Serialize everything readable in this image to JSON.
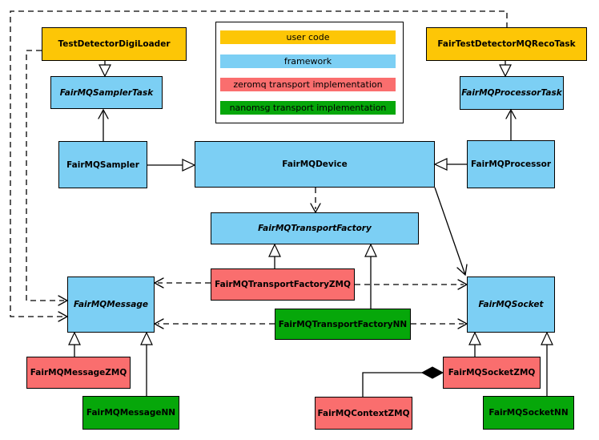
{
  "legend": {
    "items": [
      {
        "label": "user code",
        "color": "#FDC606"
      },
      {
        "label": "framework",
        "color": "#7CCFF4"
      },
      {
        "label": "zeromq transport implementation",
        "color": "#FA6E6E"
      },
      {
        "label": "nanomsg transport implementation",
        "color": "#06A70A"
      }
    ]
  },
  "nodes": {
    "testDetectorDigiLoader": {
      "label": "TestDetectorDigiLoader",
      "category": "user code",
      "abstract": false
    },
    "fairTestDetectorMQRecoTask": {
      "label": "FairTestDetectorMQRecoTask",
      "category": "user code",
      "abstract": false
    },
    "samplerTask": {
      "label": "FairMQSamplerTask",
      "category": "framework",
      "abstract": true
    },
    "processorTask": {
      "label": "FairMQProcessorTask",
      "category": "framework",
      "abstract": true
    },
    "sampler": {
      "label": "FairMQSampler",
      "category": "framework",
      "abstract": false
    },
    "device": {
      "label": "FairMQDevice",
      "category": "framework",
      "abstract": false
    },
    "processor": {
      "label": "FairMQProcessor",
      "category": "framework",
      "abstract": false
    },
    "transportFactory": {
      "label": "FairMQTransportFactory",
      "category": "framework",
      "abstract": true
    },
    "transportFactoryZMQ": {
      "label": "FairMQTransportFactoryZMQ",
      "category": "zeromq",
      "abstract": false
    },
    "transportFactoryNN": {
      "label": "FairMQTransportFactoryNN",
      "category": "nanomsg",
      "abstract": false
    },
    "message": {
      "label": "FairMQMessage",
      "category": "framework",
      "abstract": true
    },
    "socket": {
      "label": "FairMQSocket",
      "category": "framework",
      "abstract": true
    },
    "messageZMQ": {
      "label": "FairMQMessageZMQ",
      "category": "zeromq",
      "abstract": false
    },
    "messageNN": {
      "label": "FairMQMessageNN",
      "category": "nanomsg",
      "abstract": false
    },
    "socketZMQ": {
      "label": "FairMQSocketZMQ",
      "category": "zeromq",
      "abstract": false
    },
    "socketNN": {
      "label": "FairMQSocketNN",
      "category": "nanomsg",
      "abstract": false
    },
    "contextZMQ": {
      "label": "FairMQContextZMQ",
      "category": "zeromq",
      "abstract": false
    }
  },
  "edges": [
    {
      "from": "TestDetectorDigiLoader",
      "to": "FairMQSamplerTask",
      "type": "inheritance",
      "style": "solid"
    },
    {
      "from": "FairTestDetectorMQRecoTask",
      "to": "FairMQProcessorTask",
      "type": "inheritance",
      "style": "solid"
    },
    {
      "from": "FairMQSampler",
      "to": "FairMQSamplerTask",
      "type": "association",
      "style": "solid"
    },
    {
      "from": "FairMQProcessor",
      "to": "FairMQProcessorTask",
      "type": "association",
      "style": "solid"
    },
    {
      "from": "FairMQSampler",
      "to": "FairMQDevice",
      "type": "inheritance",
      "style": "solid"
    },
    {
      "from": "FairMQProcessor",
      "to": "FairMQDevice",
      "type": "inheritance",
      "style": "solid"
    },
    {
      "from": "FairMQDevice",
      "to": "FairMQTransportFactory",
      "type": "dependency",
      "style": "dashed"
    },
    {
      "from": "FairMQDevice",
      "to": "FairMQSocket",
      "type": "association",
      "style": "solid"
    },
    {
      "from": "TestDetectorDigiLoader",
      "to": "FairMQMessage",
      "type": "dependency",
      "style": "dashed"
    },
    {
      "from": "FairTestDetectorMQRecoTask",
      "to": "FairMQMessage",
      "type": "dependency",
      "style": "dashed"
    },
    {
      "from": "FairMQTransportFactoryZMQ",
      "to": "FairMQTransportFactory",
      "type": "inheritance",
      "style": "solid"
    },
    {
      "from": "FairMQTransportFactoryNN",
      "to": "FairMQTransportFactory",
      "type": "inheritance",
      "style": "solid"
    },
    {
      "from": "FairMQTransportFactoryZMQ",
      "to": "FairMQMessage",
      "type": "dependency",
      "style": "dashed"
    },
    {
      "from": "FairMQTransportFactoryZMQ",
      "to": "FairMQSocket",
      "type": "dependency",
      "style": "dashed"
    },
    {
      "from": "FairMQTransportFactoryNN",
      "to": "FairMQMessage",
      "type": "dependency",
      "style": "dashed"
    },
    {
      "from": "FairMQTransportFactoryNN",
      "to": "FairMQSocket",
      "type": "dependency",
      "style": "dashed"
    },
    {
      "from": "FairMQMessageZMQ",
      "to": "FairMQMessage",
      "type": "inheritance",
      "style": "solid"
    },
    {
      "from": "FairMQMessageNN",
      "to": "FairMQMessage",
      "type": "inheritance",
      "style": "solid"
    },
    {
      "from": "FairMQSocketZMQ",
      "to": "FairMQSocket",
      "type": "inheritance",
      "style": "solid"
    },
    {
      "from": "FairMQSocketNN",
      "to": "FairMQSocket",
      "type": "inheritance",
      "style": "solid"
    },
    {
      "from": "FairMQContextZMQ",
      "to": "FairMQSocketZMQ",
      "type": "composition",
      "style": "solid"
    }
  ]
}
